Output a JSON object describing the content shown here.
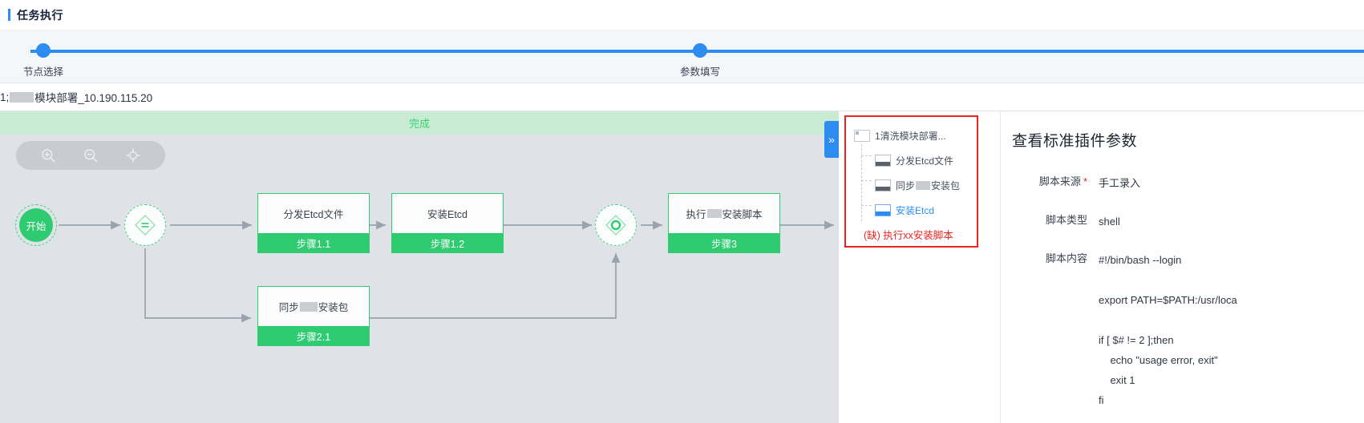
{
  "header": {
    "title": "任务执行"
  },
  "steps": {
    "items": [
      {
        "label": "节点选择",
        "state": "done"
      },
      {
        "label": "参数填写",
        "state": "active"
      }
    ],
    "accent_color": "#2d8cf0"
  },
  "task": {
    "prefix": "1;",
    "suffix": "模块部署_10.190.115.20"
  },
  "status_banner": {
    "text": "完成",
    "color": "#3ecf73",
    "background": "#c8ebd3"
  },
  "canvas": {
    "toolbar": [
      {
        "name": "zoom-in-icon",
        "title": "放大"
      },
      {
        "name": "zoom-out-icon",
        "title": "缩小"
      },
      {
        "name": "fit-view-icon",
        "title": "适应画布"
      }
    ],
    "nodes": [
      {
        "id": "start",
        "type": "circle-start",
        "label": "开始"
      },
      {
        "id": "gate1",
        "type": "circle-gateway",
        "label": ""
      },
      {
        "id": "n1",
        "type": "box",
        "title": "分发Etcd文件",
        "step": "步骤1.1"
      },
      {
        "id": "n2",
        "type": "box",
        "title": "安装Etcd",
        "step": "步骤1.2"
      },
      {
        "id": "n3",
        "type": "box",
        "title": "同步安装包",
        "step": "步骤2.1",
        "redacted": true
      },
      {
        "id": "gate2",
        "type": "circle-gateway",
        "label": ""
      },
      {
        "id": "n4",
        "type": "box",
        "title": "执行安装脚本",
        "step": "步骤3",
        "redacted": true
      }
    ]
  },
  "collapse": {
    "icon": "chevron-double-right-icon",
    "label": "»"
  },
  "tree": {
    "border_color": "#e8231f",
    "items": [
      {
        "label": "1清洗模块部署...",
        "level": 0,
        "icon": "root-node-icon",
        "selected": false
      },
      {
        "label": "分发Etcd文件",
        "level": 1,
        "icon": "leaf-node-icon",
        "selected": false
      },
      {
        "label": "同步安装包",
        "level": 1,
        "icon": "leaf-node-icon",
        "selected": false,
        "redacted": true
      },
      {
        "label": "安装Etcd",
        "level": 1,
        "icon": "leaf-node-icon-blue",
        "selected": true
      },
      {
        "label": "(缺) 执行xx安装脚本",
        "level": 1,
        "icon": "none",
        "missing": true
      }
    ]
  },
  "params": {
    "title": "查看标准插件参数",
    "rows": [
      {
        "label": "脚本来源",
        "required": true,
        "value": "手工录入"
      },
      {
        "label": "脚本类型",
        "required": false,
        "value": "shell"
      },
      {
        "label": "脚本内容",
        "required": false,
        "value": "#!/bin/bash --login\n\nexport PATH=$PATH:/usr/loca\n\nif [ $# != 2 ];then\n    echo \"usage error, exit\"\n    exit 1\nfi"
      }
    ]
  }
}
